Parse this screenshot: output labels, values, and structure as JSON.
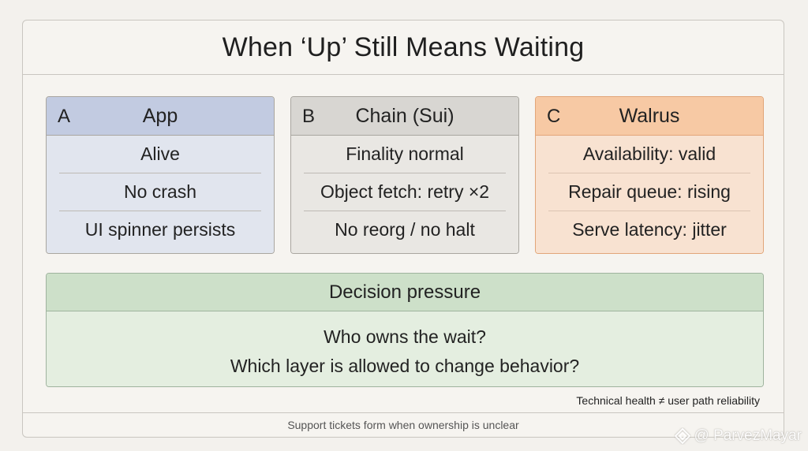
{
  "title": "When ‘Up’ Still Means Waiting",
  "cards": [
    {
      "letter": "A",
      "name": "App",
      "rows": [
        "Alive",
        "No crash",
        "UI spinner persists"
      ]
    },
    {
      "letter": "B",
      "name": "Chain (Sui)",
      "rows": [
        "Finality normal",
        "Object fetch: retry ×2",
        "No reorg / no halt"
      ]
    },
    {
      "letter": "C",
      "name": "Walrus",
      "rows": [
        "Availability: valid",
        "Repair queue: rising",
        "Serve latency: jitter"
      ]
    }
  ],
  "decision": {
    "title": "Decision pressure",
    "lines": [
      "Who owns the wait?",
      "Which layer is allowed to change behavior?"
    ]
  },
  "note": "Technical health ≠ user path reliability",
  "footer": "Support tickets form when ownership is unclear",
  "watermark": "@ ParvezMayar",
  "colors": {
    "app_head": "#c2cbe1",
    "app_body": "#e1e5ee",
    "chain_head": "#d8d6d2",
    "chain_body": "#e9e7e3",
    "walrus_head": "#f7c9a4",
    "walrus_body": "#f8e2d1",
    "decision_head": "#cde0c9",
    "decision_body": "#e4eee0"
  }
}
